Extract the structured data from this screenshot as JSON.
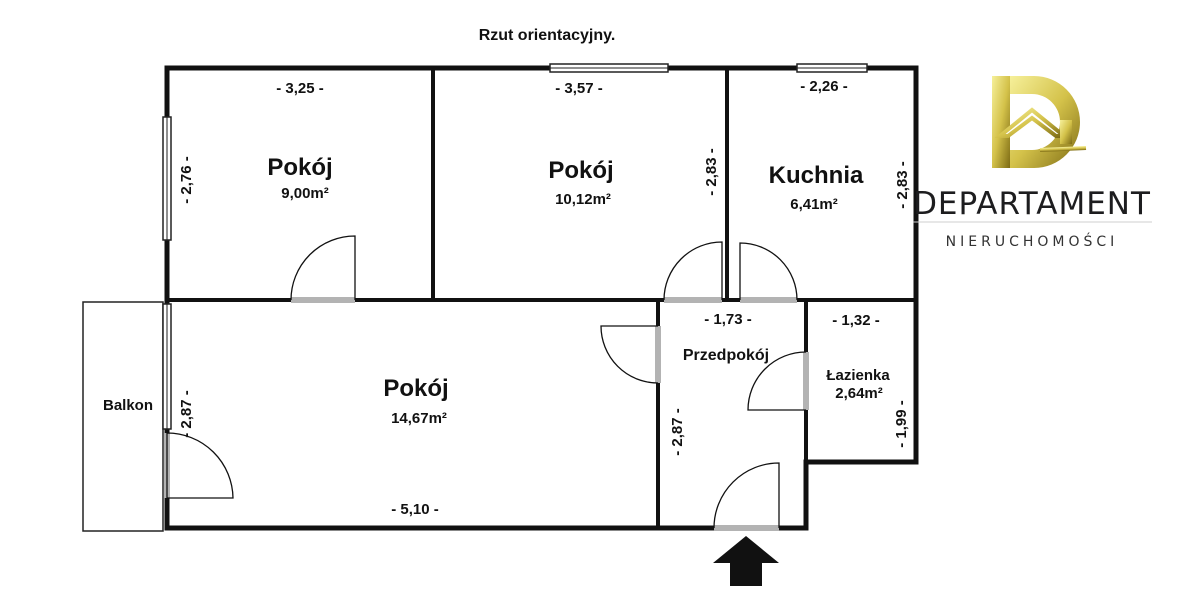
{
  "title": "Rzut orientacyjny.",
  "rooms": {
    "pokoj1": {
      "name": "Pokój",
      "area": "9,00m²"
    },
    "pokoj2": {
      "name": "Pokój",
      "area": "10,12m²"
    },
    "kuchnia": {
      "name": "Kuchnia",
      "area": "6,41m²"
    },
    "pokoj3": {
      "name": "Pokój",
      "area": "14,67m²"
    },
    "przedpokoj": {
      "name": "Przedpokój"
    },
    "lazienka": {
      "name": "Łazienka",
      "area": "2,64m²"
    },
    "balkon": {
      "name": "Balkon"
    }
  },
  "dimensions": {
    "pokoj1_w": "- 3,25 -",
    "pokoj1_h": "- 2,76 -",
    "pokoj2_w": "- 3,57 -",
    "pokoj2_h": "- 2,83 -",
    "kuchnia_w": "- 2,26 -",
    "kuchnia_h": "- 2,83 -",
    "przedpokoj_w": "- 1,73 -",
    "przedpokoj_h": "- 2,87 -",
    "lazienka_w": "- 1,32 -",
    "lazienka_h": "- 1,99 -",
    "pokoj3_w": "- 5,10 -",
    "pokoj3_h": "- 2,87 -"
  },
  "logo": {
    "name": "DEPARTAMENT",
    "subtitle": "NIERUCHOMOŚCI",
    "colors": {
      "gold_light": "#f3ec8a",
      "gold_dark": "#8c7a1e",
      "text": "#1d1d1f"
    }
  },
  "entrance_icon": "arrow-up-icon"
}
